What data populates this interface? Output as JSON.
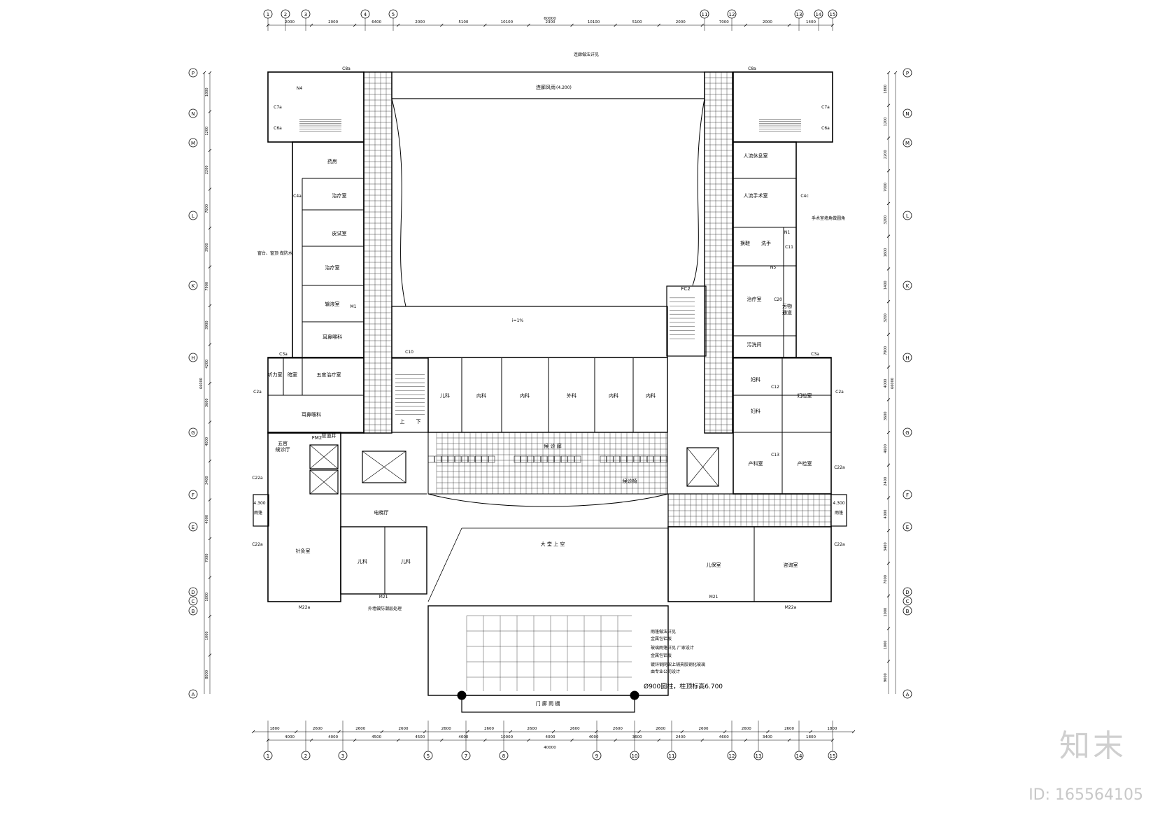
{
  "grid_top": [
    "1",
    "2",
    "3",
    "4",
    "5",
    "11",
    "12",
    "13",
    "14",
    "15"
  ],
  "grid_bottom": [
    "1",
    "2",
    "3",
    "5",
    "7",
    "8",
    "9",
    "10",
    "11",
    "12",
    "13",
    "14",
    "15"
  ],
  "grid_left": [
    "P",
    "N",
    "M",
    "L",
    "K",
    "H",
    "G",
    "F",
    "E",
    "D",
    "C",
    "B",
    "A"
  ],
  "dims_top": [
    "2000",
    "2000",
    "6400",
    "2000",
    "5100",
    "10100",
    "2300",
    "10100",
    "5100",
    "2000",
    "7000",
    "2000",
    "1400"
  ],
  "dims_top_total": "60000",
  "dims_bottom_row1": [
    "1800",
    "2600",
    "2600",
    "2600",
    "2600",
    "2600",
    "2600",
    "2600",
    "2600",
    "2600",
    "2600",
    "2600",
    "2600",
    "1800"
  ],
  "dims_bottom_row2": [
    "4000",
    "4000",
    "4500",
    "4500",
    "4000",
    "10000",
    "4000",
    "4000",
    "3600",
    "2400",
    "4600",
    "3400",
    "1800"
  ],
  "dims_bottom_total": "40000",
  "dims_left": [
    "1800",
    "1200",
    "2200",
    "7000",
    "3900",
    "7900",
    "3900",
    "4200",
    "3600",
    "4000",
    "3400",
    "4000",
    "7000",
    "1000",
    "1000",
    "8000"
  ],
  "dims_left_total": "66000",
  "dims_right": [
    "1800",
    "1200",
    "2200",
    "7000",
    "3200",
    "1600",
    "1400",
    "3200",
    "7900",
    "4000",
    "3600",
    "4600",
    "2400",
    "4000",
    "3400",
    "7000",
    "1000",
    "1000",
    "9000"
  ],
  "dims_right_total": "66000",
  "rooms": {
    "dispensary": "药房",
    "treatment_1": "治疗室",
    "skin_test": "皮试室",
    "treatment_2": "治疗室",
    "infusion": "输液室",
    "ent_clinic": "耳鼻喉科",
    "hearing_room": "听力室",
    "dark_room": "暗室",
    "five_senses_treat": "五官治疗室",
    "ent_waiting": "耳鼻喉科",
    "five_senses_waiting": "五官\n候诊厅",
    "acupuncture": "针灸室",
    "pediatrics_a": "儿科",
    "pediatrics_b": "儿科",
    "clinic_1": "儿科",
    "clinic_2": "内科",
    "clinic_3": "内科",
    "clinic_4": "外科",
    "clinic_5": "内科",
    "clinic_6": "内科",
    "waiting_corridor": "候 诊 廊",
    "elevator_hall": "电梯厅",
    "atrium_void": "大 堂 上 空",
    "corridor_label": "连廊风雨",
    "abortion_waiting": "人流休息室",
    "abortion_surgery": "人流手术室",
    "disinfection": "换鞋",
    "wash": "洗手",
    "treatment_right": "治疗室",
    "dirty_corridor": "污物\n通道",
    "wash_room": "污洗间",
    "gyn_1": "妇科",
    "gyn_2": "妇科",
    "gyn_exam": "妇检室",
    "obstetrics": "产科室",
    "obstetric_exam": "产检室",
    "child_care": "儿保室",
    "consulting": "咨询室",
    "canopy": "门 廊 雨 棚",
    "elev_label_fm2": "FM2",
    "elev_label_fc2": "FC2",
    "waiting_seats": "候诊椅",
    "duct": "管道井"
  },
  "annotations": {
    "fc_hole": "Ø900圆柱，柱顶标高6.700",
    "canopy_note_1": "雨篷做法详见",
    "canopy_note_2": "金属包铝板",
    "canopy_note_3": "玻璃雨篷详见 厂家设计",
    "canopy_note_4": "镀锌钢网架上铺夹胶钢化玻璃",
    "canopy_note_5": "由专业公司设计",
    "corridor_note": "连廊做法详见",
    "balcony_note": "窗台、窗顶 做防水",
    "surgery_note": "手术室墙角做圆角",
    "drain_note": "外墙做防潮层处理",
    "level_4300_l": "4.300",
    "level_4300_r": "4.300",
    "level_4200": "(4.200)",
    "slope": "i=1%",
    "door_m21": "M21",
    "door_m21b": "M21",
    "door_m22a_l": "M22a",
    "door_m22a_r": "M22a",
    "door_m1": "M1",
    "door_n1": "N1",
    "door_n5": "N5",
    "door_c10": "C10",
    "win_c2a_l": "C2a",
    "win_c2a_r": "C2a",
    "win_c22a_l1": "C22a",
    "win_c22a_l2": "C22a",
    "win_c22a_r1": "C22a",
    "win_c22a_r2": "C22a",
    "win_c3a_l": "C3a",
    "win_c3a_r": "C3a",
    "win_c4a": "C4a",
    "win_c4c": "C4c",
    "win_c7a_l": "C7a",
    "win_c7a_r": "C7a",
    "win_c6a_l": "C6a",
    "win_c6a_r": "C6a",
    "win_c8a_l": "C8a",
    "win_c8a_r": "C8a",
    "win_c11": "C11",
    "win_c12": "C12",
    "win_c13": "C13",
    "win_c20": "C20",
    "toilet_n4": "N4",
    "up": "上",
    "down": "下",
    "stair_note": "雨篷"
  },
  "watermark": {
    "mark": "知末",
    "id": "ID: 165564105"
  }
}
